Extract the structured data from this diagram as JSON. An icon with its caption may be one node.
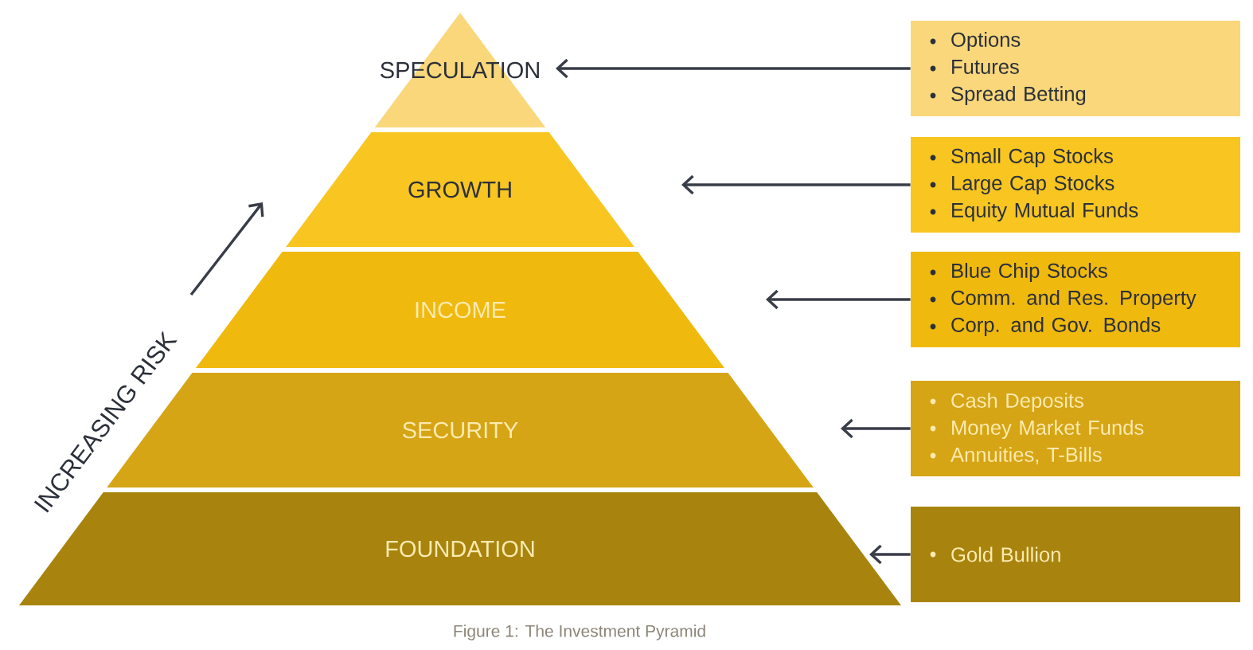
{
  "diagram": {
    "caption": "Figure 1: The Investment Pyramid",
    "nodes": [
      {
        "text": [
          "SPECULATION"
        ]
      },
      {
        "text": [
          "GROWTH"
        ]
      },
      {
        "text": [
          "INCOME"
        ]
      },
      {
        "text": [
          "SECURITY"
        ]
      },
      {
        "text": [
          "FOUNDATION"
        ]
      },
      {
        "text": [
          "Options",
          "Futures",
          "Spread Betting"
        ]
      },
      {
        "text": [
          "Small Cap Stocks",
          "Large Cap Stocks",
          "Equity Mutual Funds"
        ]
      },
      {
        "text": [
          "Blue Chip Stocks",
          "Comm. and Res. Property",
          "Corp. and Gov. Bonds"
        ]
      },
      {
        "text": [
          "Cash Deposits",
          "Money Market Funds",
          "Annuities, T-Bills"
        ]
      },
      {
        "text": [
          "Gold Bullion"
        ]
      }
    ],
    "edges": [
      {
        "from": 5,
        "to": 0,
        "arrow": "to"
      },
      {
        "from": 6,
        "to": 1,
        "arrow": "to"
      },
      {
        "from": 7,
        "to": 2,
        "arrow": "to"
      },
      {
        "from": 8,
        "to": 3,
        "arrow": "to"
      },
      {
        "from": 9,
        "to": 4,
        "arrow": "to"
      }
    ],
    "labels": [
      "INCREASING RISK"
    ]
  }
}
